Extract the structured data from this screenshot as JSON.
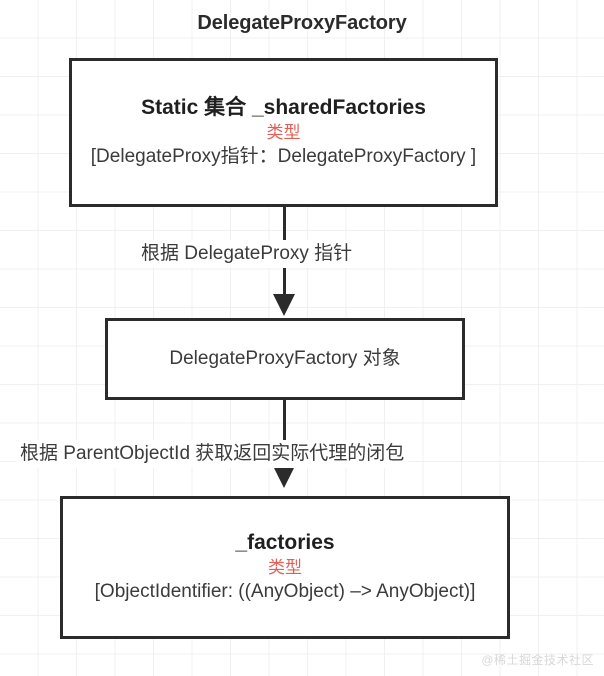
{
  "title": "DelegateProxyFactory",
  "nodes": {
    "shared_factories": {
      "title": "Static 集合 _sharedFactories",
      "type_label": "类型",
      "body": "[DelegateProxy指针：DelegateProxyFactory ]"
    },
    "factory_object": {
      "text": "DelegateProxyFactory 对象"
    },
    "factories": {
      "title": "_factories",
      "type_label": "类型",
      "body": "[ObjectIdentifier: ((AnyObject) –> AnyObject)]"
    }
  },
  "edges": {
    "edge1_label": "根据 DelegateProxy 指针",
    "edge2_label": "根据 ParentObjectId 获取返回实际代理的闭包"
  },
  "watermark": "@稀土掘金技术社区",
  "colors": {
    "stroke": "#2b2b2b",
    "text": "#3b3b3b",
    "accent_red": "#e06055",
    "grid": "#f0f0f0",
    "background": "#ffffff"
  }
}
